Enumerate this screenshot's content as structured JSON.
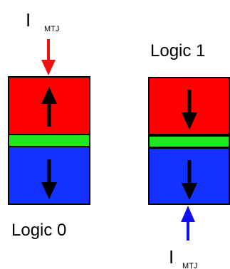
{
  "cells": {
    "logic0": {
      "label": "Logic 0",
      "current_symbol": "I",
      "current_subscript": "MTJ",
      "free_layer_direction": "up",
      "pinned_layer_direction": "down",
      "current_direction": "down"
    },
    "logic1": {
      "label": "Logic 1",
      "current_symbol": "I",
      "current_subscript": "MTJ",
      "free_layer_direction": "down",
      "pinned_layer_direction": "down",
      "current_direction": "up"
    }
  },
  "colors": {
    "free_layer": "#ff0000",
    "barrier": "#22e622",
    "pinned_layer": "#1432ff",
    "current_logic0": "#ee1111",
    "current_logic1": "#1010ee",
    "outline": "#000000"
  },
  "icons": {
    "logic0_current_arrow": "arrow-down-icon",
    "logic0_free_arrow": "arrow-up-icon",
    "logic0_pinned_arrow": "arrow-down-icon",
    "logic1_current_arrow": "arrow-up-icon",
    "logic1_free_arrow": "arrow-down-icon",
    "logic1_pinned_arrow": "arrow-down-icon"
  }
}
